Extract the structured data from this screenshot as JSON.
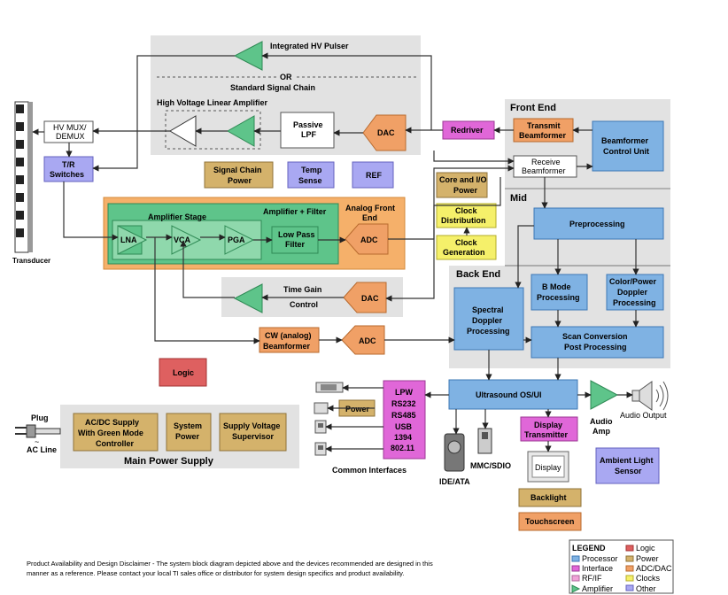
{
  "sections": {
    "front_end": "Front End",
    "mid": "Mid",
    "back_end": "Back End",
    "main_power": "Main Power Supply",
    "pulser": "Integrated HV Pulser",
    "or": "OR",
    "standard_chain": "Standard Signal Chain",
    "hv_linear_amp": "High Voltage Linear Amplifier",
    "analog_front_end": [
      "Analog Front",
      "End"
    ],
    "amplifier_filter": "Amplifier + Filter",
    "amplifier_stage": "Amplifier Stage",
    "tgc": [
      "Time Gain",
      "Control"
    ]
  },
  "blocks": {
    "hv_mux": [
      "HV MUX/",
      "DEMUX"
    ],
    "tr_switches": [
      "T/R",
      "Switches"
    ],
    "transducer": "Transducer",
    "passive_lpf": [
      "Passive",
      "LPF"
    ],
    "dac_tx": "DAC",
    "redriver": "Redriver",
    "transmit_bf": [
      "Transmit",
      "Beamformer"
    ],
    "bf_control": [
      "Beamformer",
      "Control Unit"
    ],
    "receive_bf": [
      "Receive",
      "Beamformer"
    ],
    "signal_chain_power": [
      "Signal Chain",
      "Power"
    ],
    "temp_sense": [
      "Temp",
      "Sense"
    ],
    "ref": "REF",
    "core_io_power": [
      "Core and I/O",
      "Power"
    ],
    "clock_dist": [
      "Clock",
      "Distribution"
    ],
    "clock_gen": [
      "Clock",
      "Generation"
    ],
    "lna": "LNA",
    "vca": "VCA",
    "pga": "PGA",
    "lpf": [
      "Low Pass",
      "Filter"
    ],
    "adc_afe": "ADC",
    "preprocessing": "Preprocessing",
    "dac_tgc": "DAC",
    "b_mode": [
      "B Mode",
      "Processing"
    ],
    "color_doppler": [
      "Color/Power",
      "Doppler",
      "Processing"
    ],
    "spectral_doppler": [
      "Spectral",
      "Doppler",
      "Processing"
    ],
    "cw_bf": [
      "CW (analog)",
      "Beamformer"
    ],
    "adc_cw": "ADC",
    "scan_conv": [
      "Scan Conversion",
      "Post Processing"
    ],
    "logic": "Logic",
    "os_ui": "Ultrasound OS/UI",
    "interfaces": [
      "LPW",
      "RS232",
      "RS485",
      "USB",
      "1394",
      "802.11"
    ],
    "power_small": "Power",
    "common_interfaces": "Common Interfaces",
    "ide_ata": "IDE/ATA",
    "mmc_sdio": "MMC/SDIO",
    "display_tx": [
      "Display",
      "Transmitter"
    ],
    "display": "Display",
    "backlight": "Backlight",
    "touchscreen": "Touchscreen",
    "audio_amp": [
      "Audio",
      "Amp"
    ],
    "audio_output": "Audio Output",
    "ambient_light": [
      "Ambient Light",
      "Sensor"
    ],
    "acdc": [
      "AC/DC Supply",
      "With Green Mode",
      "Controller"
    ],
    "system_power": [
      "System",
      "Power"
    ],
    "supply_supervisor": [
      "Supply Voltage",
      "Supervisor"
    ],
    "plug": "Plug",
    "ac_line": "AC Line"
  },
  "legend": {
    "title": "LEGEND",
    "items": [
      "Processor",
      "Interface",
      "RF/IF",
      "Amplifier",
      "Logic",
      "Power",
      "ADC/DAC",
      "Clocks",
      "Other"
    ]
  },
  "disclaimer": [
    "Product Availability and Design Disclaimer - The system block diagram depicted above and the devices recommended are designed in this",
    "manner as a reference. Please contact your local TI sales office or distributor for system design specifics and product availability."
  ]
}
